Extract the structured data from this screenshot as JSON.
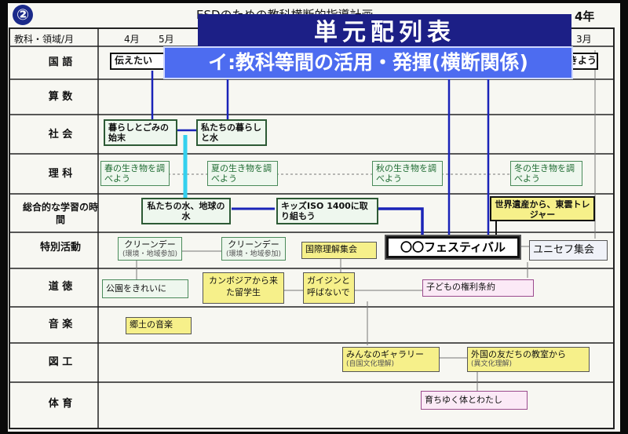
{
  "header": {
    "number": "②",
    "title": "ESDのための教科横断的指導計画",
    "grade": "4年",
    "subject_col": "教科・領域/月",
    "months": [
      "4月",
      "5月",
      "3月"
    ]
  },
  "banners": {
    "main": "単元配列表",
    "sub": "イ:教科等間の活用・発揮(横断関係)"
  },
  "rows": [
    "国 語",
    "算 数",
    "社 会",
    "理 科",
    "総合的な学習の時間",
    "特別活動",
    "道 徳",
    "音 楽",
    "図 工",
    "体 育"
  ],
  "units": {
    "kokugo_1": "伝えたい",
    "kokugo_2": "きよう",
    "shakai_1": "暮らしとごみの始末",
    "shakai_2": "私たちの暮らしと水",
    "rika_1": "春の生き物を調べよう",
    "rika_2": "夏の生き物を調べよう",
    "rika_3": "秋の生き物を調べよう",
    "rika_4": "冬の生き物を調べよう",
    "sogo_1": "私たちの水、地球の水",
    "sogo_2": "キッズISO 1400に取り組もう",
    "sogo_3": "世界遺産から、東雲トレジャー",
    "tokkatsu_1": "クリーンデー",
    "tokkatsu_1_note": "(環境・地域参加)",
    "tokkatsu_2": "クリーンデー",
    "tokkatsu_2_note": "(環境・地域参加)",
    "tokkatsu_3": "国際理解集会",
    "tokkatsu_4": "〇〇フェスティバル",
    "tokkatsu_5": "ユニセフ集会",
    "dotoku_1": "公園をきれいに",
    "dotoku_2": "カンボジアから来た留学生",
    "dotoku_3": "ガイジンと呼ばないで",
    "dotoku_4": "子どもの権利条約",
    "ongaku_1": "郷土の音楽",
    "zuko_1": "みんなのギャラリー",
    "zuko_1_note": "(自国文化理解)",
    "zuko_2": "外国の友だちの教室から",
    "zuko_2_note": "(異文化理解)",
    "taiiku_1": "育ちゆく体とわたし"
  }
}
